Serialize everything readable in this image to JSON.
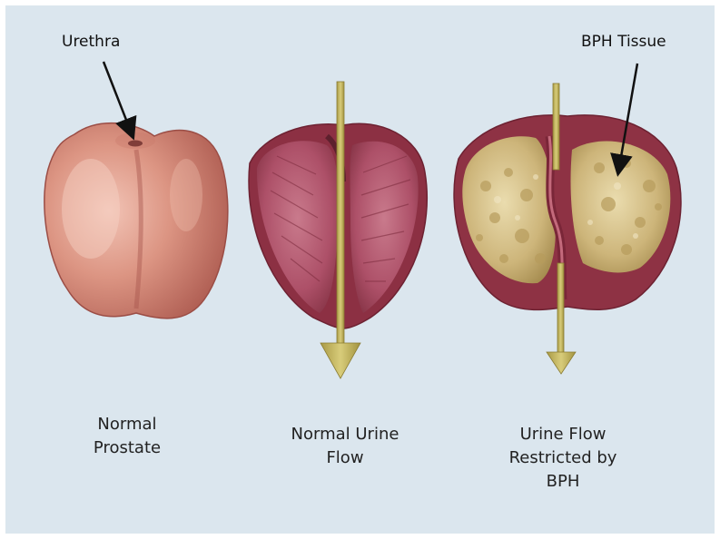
{
  "callouts": {
    "urethra": "Urethra",
    "bph_tissue": "BPH Tissue"
  },
  "captions": {
    "normal_prostate": "Normal\nProstate",
    "normal_flow": "Normal Urine\nFlow",
    "restricted_flow": "Urine Flow\nRestricted by\nBPH"
  },
  "colors": {
    "background": "#dbe6ee",
    "arrow": "#c7bb6a",
    "prostate_skin": "#d98f7e",
    "cut_tissue": "#a4485a",
    "bph_tissue": "#d6c28e"
  }
}
